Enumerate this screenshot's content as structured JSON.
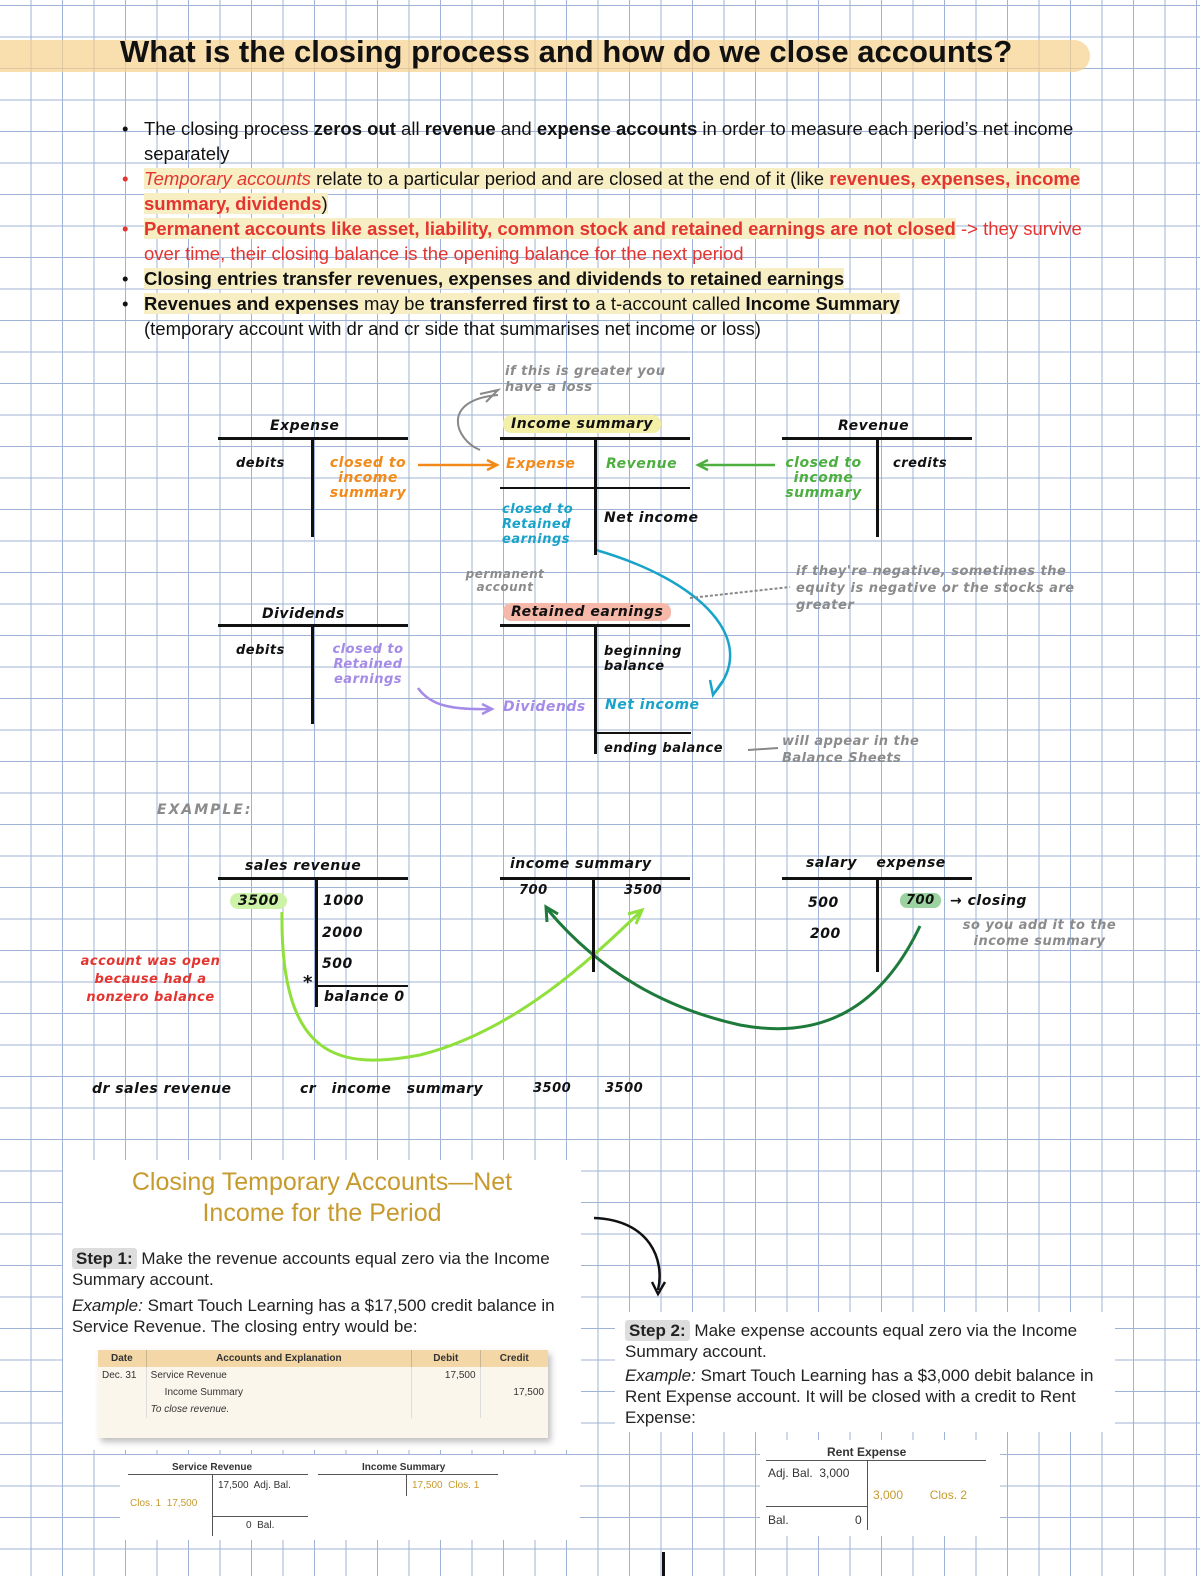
{
  "header": {
    "title": "What is the closing process and how do we close accounts?"
  },
  "bullets": {
    "b1_pre": "The closing process ",
    "b1_zeros": "zeros out",
    "b1_all": " all ",
    "b1_revenue": "revenue",
    "b1_and": " and ",
    "b1_expense": "expense accounts",
    "b1_rest": " in order to measure each period’s net income separately",
    "b2_temp": "Temporary accounts",
    "b2_mid": " relate to a particular period and are closed at the end of it (like ",
    "b2_list": "revenues, expenses, income summary, dividends",
    "b2_end": ")",
    "b3_red": "Permanent accounts like asset, liability, common stock and retained earnings are not closed",
    "b3_rest": " -> they survive over time, their closing balance is the opening balance for the next period",
    "b4": "Closing entries transfer revenues, expenses and dividends to retained earnings",
    "b5_a": "Revenues and expenses",
    "b5_b": " may be ",
    "b5_c": "transferred first to",
    "b5_d": " a t-account called ",
    "b5_e": "Income Summary",
    "b5_f": "(temporary account with dr and cr side that summarises net income or loss)"
  },
  "diagram": {
    "note_loss": "if this is greater you have a loss",
    "expense_title": "Expense",
    "expense_debits": "debits",
    "expense_closed": "closed to income summary",
    "income_title": "Income summary",
    "income_expense": "Expense",
    "income_revenue": "Revenue",
    "income_closed": "closed to Retained earnings",
    "income_net": "Net income",
    "revenue_title": "Revenue",
    "revenue_closed": "closed to income summary",
    "revenue_credits": "credits",
    "perm_note": "permanent account",
    "neg_note": "if they're negative, sometimes the equity is negative or the stocks are greater",
    "dividends_title": "Dividends",
    "dividends_debits": "debits",
    "dividends_closed": "closed to Retained earnings",
    "re_title": "Retained earnings",
    "re_begin": "beginning balance",
    "re_dividends": "Dividends",
    "re_net": "Net income",
    "re_ending": "ending balance",
    "re_note": "will appear in the Balance Sheets"
  },
  "example": {
    "label": "EXAMPLE:",
    "sales_title": "sales revenue",
    "sales_left": "3500",
    "sales_r1": "1000",
    "sales_r2": "2000",
    "sales_r3": "500",
    "sales_balance": "balance 0",
    "sales_note": "account was open because had a nonzero balance",
    "is_title": "income summary",
    "is_left": "700",
    "is_right": "3500",
    "salary_title": "salary expense",
    "salary_l1": "500",
    "salary_l2": "200",
    "salary_right": "700",
    "salary_closing": "→ closing",
    "salary_note": "so you add it to the income summary",
    "entry_dr": "dr sales revenue",
    "entry_cr": "cr income summary",
    "entry_v1": "3500",
    "entry_v2": "3500"
  },
  "book": {
    "title1": "Closing Temporary Accounts—Net",
    "title2": "Income for the Period",
    "step1_tag": "Step 1:",
    "step1_text": " Make the revenue accounts equal zero via the Income Summary account.",
    "step1_ex_label": "Example:",
    "step1_ex_text": " Smart Touch Learning has a $17,500 credit balance in Service Revenue. The closing entry would be:",
    "journal": {
      "h_date": "Date",
      "h_acct": "Accounts and Explanation",
      "h_debit": "Debit",
      "h_credit": "Credit",
      "date": "Dec. 31",
      "row1": "Service Revenue",
      "row1_debit": "17,500",
      "row2": "Income Summary",
      "row2_credit": "17,500",
      "row3": "To close revenue."
    },
    "sr_title": "Service Revenue",
    "sr_right": "17,500",
    "sr_right_label": "Adj. Bal.",
    "sr_clos": "Clos. 1",
    "sr_clos_val": "17,500",
    "sr_bal_val": "0",
    "sr_bal": "Bal.",
    "is_title": "Income Summary",
    "is_right": "17,500",
    "is_clos": "Clos. 1",
    "step2_tag": "Step 2:",
    "step2_text": " Make expense accounts equal zero via the Income Summary account.",
    "step2_ex_label": "Example:",
    "step2_ex_text": " Smart Touch Learning has a $3,000 debit balance in Rent Expense account. It will be closed with a credit to Rent Expense:",
    "re_title": "Rent Expense",
    "re_adj": "Adj. Bal.",
    "re_adj_val": "3,000",
    "re_clos_val": "3,000",
    "re_clos": "Clos. 2",
    "re_bal": "Bal.",
    "re_bal_val": "0"
  },
  "colors": {
    "red": "#e3342f",
    "orange": "#f28a1a",
    "green": "#4caf3f",
    "cyan": "#1aa3c9",
    "purple": "#a58be8",
    "gold": "#c79a2e",
    "lime": "#8fe03a",
    "darkgreen": "#1e7a3a"
  }
}
